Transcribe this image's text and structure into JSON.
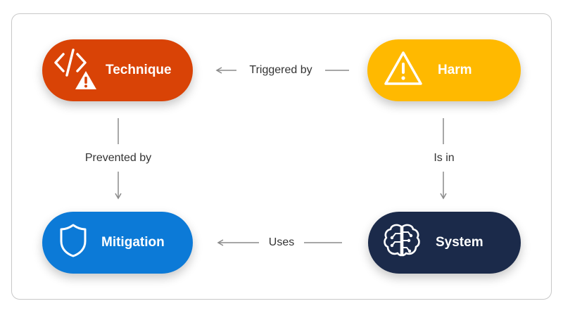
{
  "nodes": {
    "technique": {
      "label": "Technique",
      "color": "#d94306",
      "icon": "code-warning-icon"
    },
    "harm": {
      "label": "Harm",
      "color": "#ffb900",
      "icon": "warning-triangle-icon"
    },
    "mitigation": {
      "label": "Mitigation",
      "color": "#0c7ad7",
      "icon": "shield-icon"
    },
    "system": {
      "label": "System",
      "color": "#1b2a4a",
      "icon": "brain-circuit-icon"
    }
  },
  "edges": {
    "harm_to_technique": "Triggered by",
    "technique_to_mitigation": "Prevented by",
    "harm_to_system": "Is in",
    "system_to_mitigation": "Uses"
  },
  "colors": {
    "connector": "#8a8a8a",
    "border": "#c8c8c8"
  }
}
